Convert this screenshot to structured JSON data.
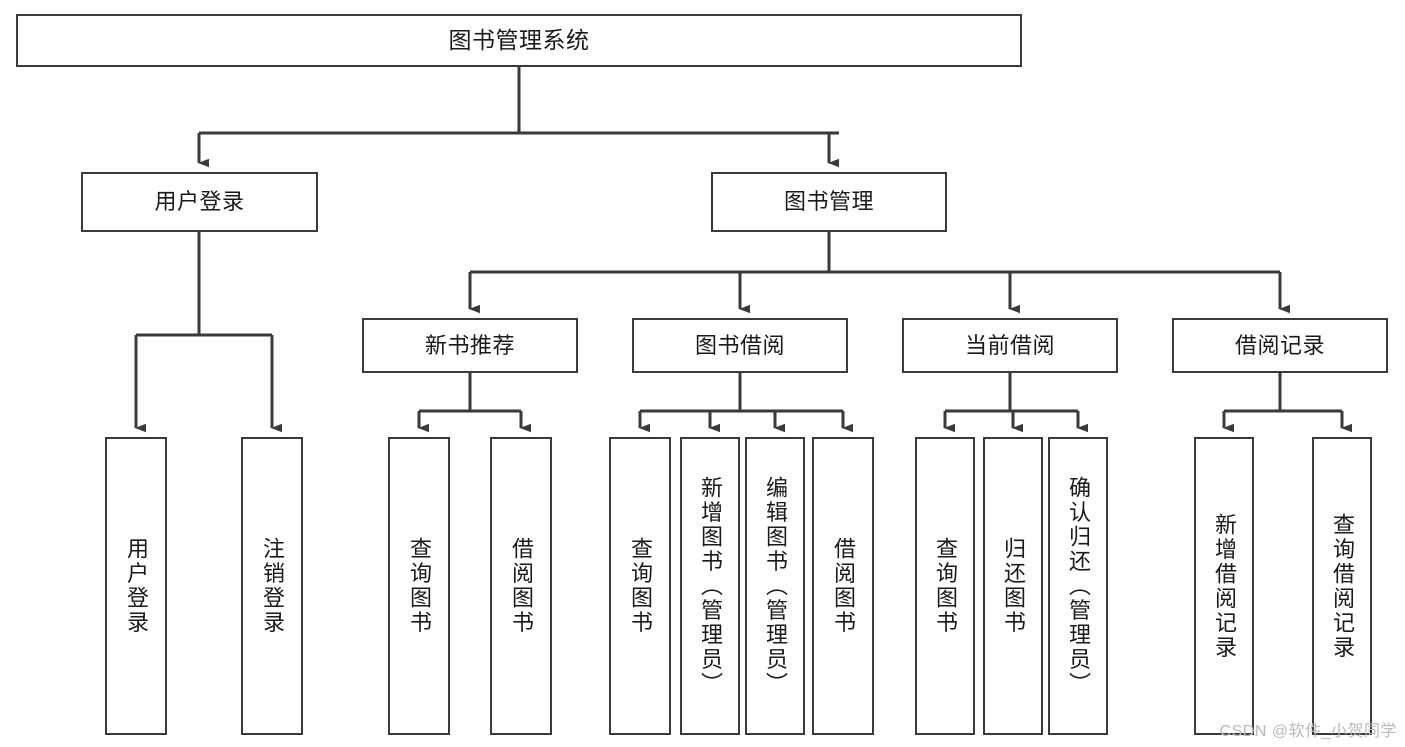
{
  "diagram": {
    "title": "图书管理系统",
    "type": "tree-hierarchy",
    "root": {
      "label": "图书管理系统"
    },
    "level2": [
      {
        "label": "用户登录"
      },
      {
        "label": "图书管理"
      }
    ],
    "level3": [
      {
        "label": "新书推荐"
      },
      {
        "label": "图书借阅"
      },
      {
        "label": "当前借阅"
      },
      {
        "label": "借阅记录"
      }
    ],
    "leaves": {
      "user_login": [
        {
          "label": "用户登录"
        },
        {
          "label": "注销登录"
        }
      ],
      "new_book_recommend": [
        {
          "label": "查询图书"
        },
        {
          "label": "借阅图书"
        }
      ],
      "book_borrow": [
        {
          "label": "查询图书"
        },
        {
          "label": "新增图书（管理员）"
        },
        {
          "label": "编辑图书（管理员）"
        },
        {
          "label": "借阅图书"
        }
      ],
      "current_borrow": [
        {
          "label": "查询图书"
        },
        {
          "label": "归还图书"
        },
        {
          "label": "确认归还（管理员）"
        }
      ],
      "borrow_record": [
        {
          "label": "新增借阅记录"
        },
        {
          "label": "查询借阅记录"
        }
      ]
    }
  },
  "watermark": {
    "text": "CSDN @软件_小贺同学"
  },
  "colors": {
    "border": "#3a3a3a",
    "background": "#ffffff",
    "text": "#1a1a1a",
    "watermark": "#b9b9b9"
  }
}
